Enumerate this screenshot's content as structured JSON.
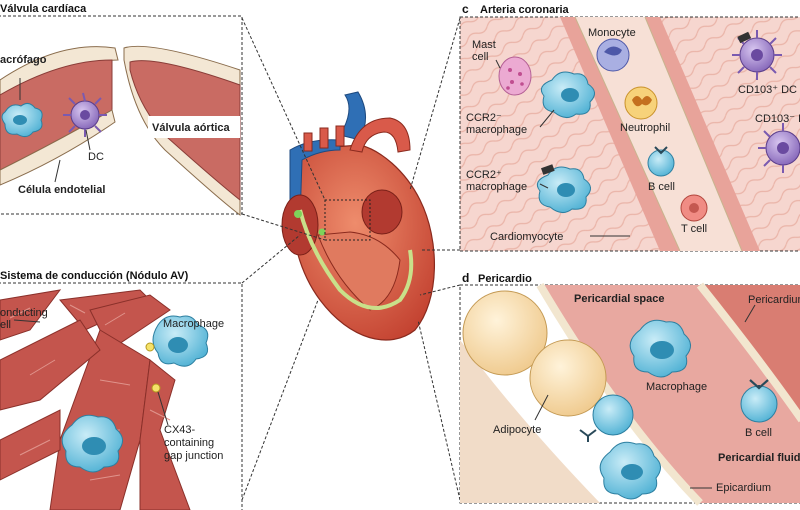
{
  "panel_a": {
    "title": "Válvula cardíaca",
    "labels": {
      "macrophage": "acrófago",
      "dc": "DC",
      "endothelial": "Célula endotelial",
      "aortic_valve": "Válvula aórtica"
    }
  },
  "panel_b": {
    "title": "Sistema de conducción (Nódulo AV)",
    "labels": {
      "conducting_1": "onducting",
      "conducting_2": "ell",
      "macrophage": "Macrophage",
      "cx43_1": "CX43-",
      "cx43_2": "containing",
      "cx43_3": "gap junction"
    }
  },
  "panel_c": {
    "letter": "c",
    "title": "Arteria coronaria",
    "labels": {
      "mast_1": "Mast",
      "mast_2": "cell",
      "monocyte": "Monocyte",
      "cd103pos": "CD103⁺ DC",
      "ccr2neg_1": "CCR2⁻",
      "ccr2neg_2": "macrophage",
      "neutrophil": "Neutrophil",
      "cd103neg": "CD103⁻ D",
      "ccr2pos_1": "CCR2⁺",
      "ccr2pos_2": "macrophage",
      "bcell": "B cell",
      "tcell": "T cell",
      "cardiomyocyte": "Cardiomyocyte"
    }
  },
  "panel_d": {
    "letter": "d",
    "title": "Pericardio",
    "labels": {
      "space": "Pericardial space",
      "pericardium": "Pericardium",
      "macrophage": "Macrophage",
      "adipocyte": "Adipocyte",
      "bcell": "B cell",
      "fluid": "Pericardial fluid",
      "epicardium": "Epicardium"
    }
  },
  "colors": {
    "tissue": "#d9827b",
    "tissue_light": "#f4c8c0",
    "macrophage": "#6fc3de",
    "dc": "#9a78c8",
    "mast": "#e89ac8",
    "adipocyte": "#f7deb0",
    "heart": "#d95a4a",
    "vessel_blue": "#2f6fb5"
  }
}
